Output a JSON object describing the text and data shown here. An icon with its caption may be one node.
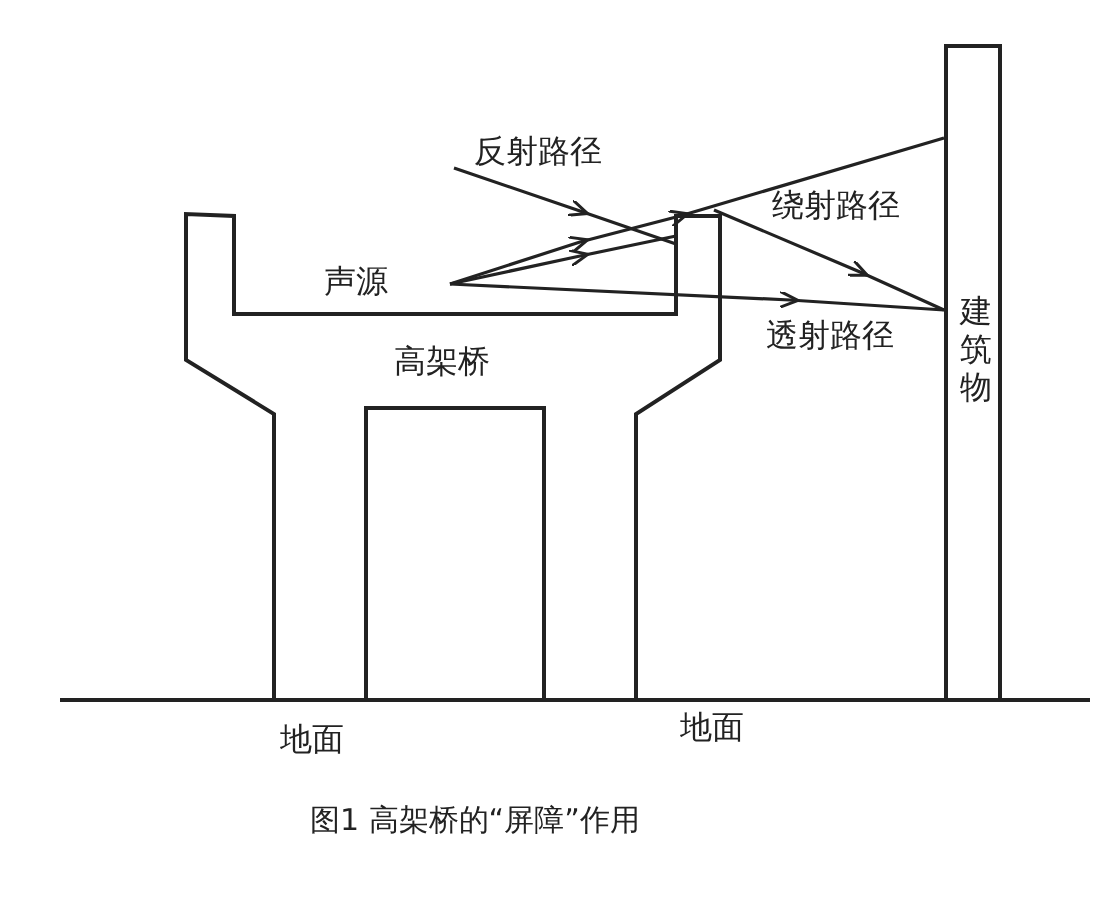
{
  "diagram": {
    "caption": "图1 高架桥的“屏障”作用",
    "nodes": [
      {
        "text": [
          "高架桥"
        ]
      },
      {
        "text": [
          "建筑物"
        ]
      }
    ],
    "labels": [
      "反射路径",
      "声源",
      "绕射路径",
      "透射路径",
      "地面",
      "地面"
    ]
  }
}
